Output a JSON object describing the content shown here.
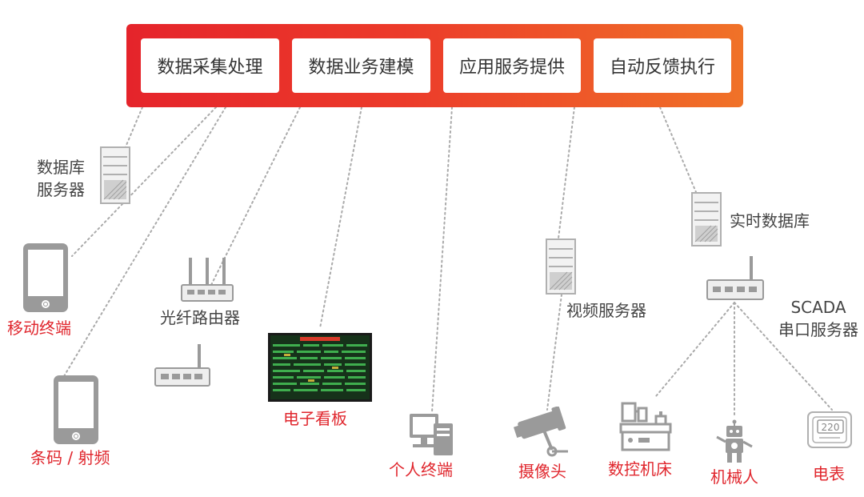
{
  "top_modules": [
    {
      "label": "数据采集处理"
    },
    {
      "label": "数据业务建模"
    },
    {
      "label": "应用服务提供"
    },
    {
      "label": "自动反馈执行"
    }
  ],
  "devices": {
    "db_server": {
      "line1": "数据库",
      "line2": "服务器"
    },
    "mobile_terminal": "移动终端",
    "fiber_router": "光纤路由器",
    "barcode_rfid": "条码 / 射频",
    "e_board": "电子看板",
    "personal_terminal": "个人终端",
    "video_server": "视频服务器",
    "camera": "摄像头",
    "realtime_db": "实时数据库",
    "scada": {
      "line1": "SCADA",
      "line2": "串口服务器"
    },
    "cnc": "数控机床",
    "robot": "机械人",
    "meter": {
      "label": "电表",
      "display": "220"
    }
  },
  "colors": {
    "banner_start": "#e5242b",
    "banner_end": "#f07228",
    "red_label": "#e0262d",
    "gray_label": "#444444",
    "icon_gray": "#9a9a9a"
  }
}
